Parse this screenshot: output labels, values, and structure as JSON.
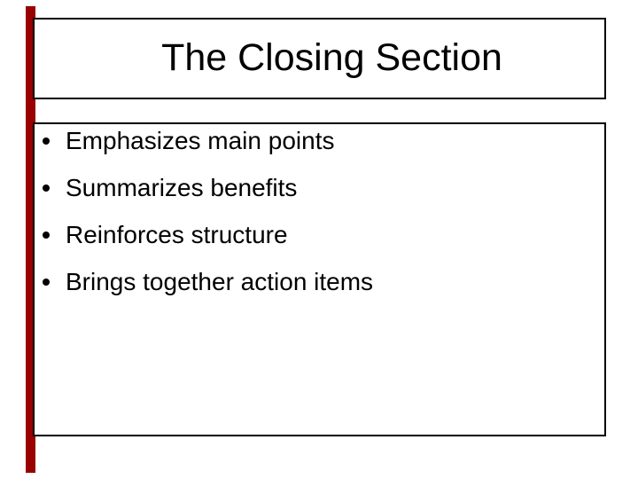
{
  "slide": {
    "title": "The Closing Section",
    "bullets": [
      "Emphasizes main points",
      "Summarizes benefits",
      "Reinforces structure",
      "Brings together action items"
    ],
    "colors": {
      "accent": "#990000",
      "border": "#000000",
      "text": "#000000",
      "background": "#ffffff"
    }
  }
}
